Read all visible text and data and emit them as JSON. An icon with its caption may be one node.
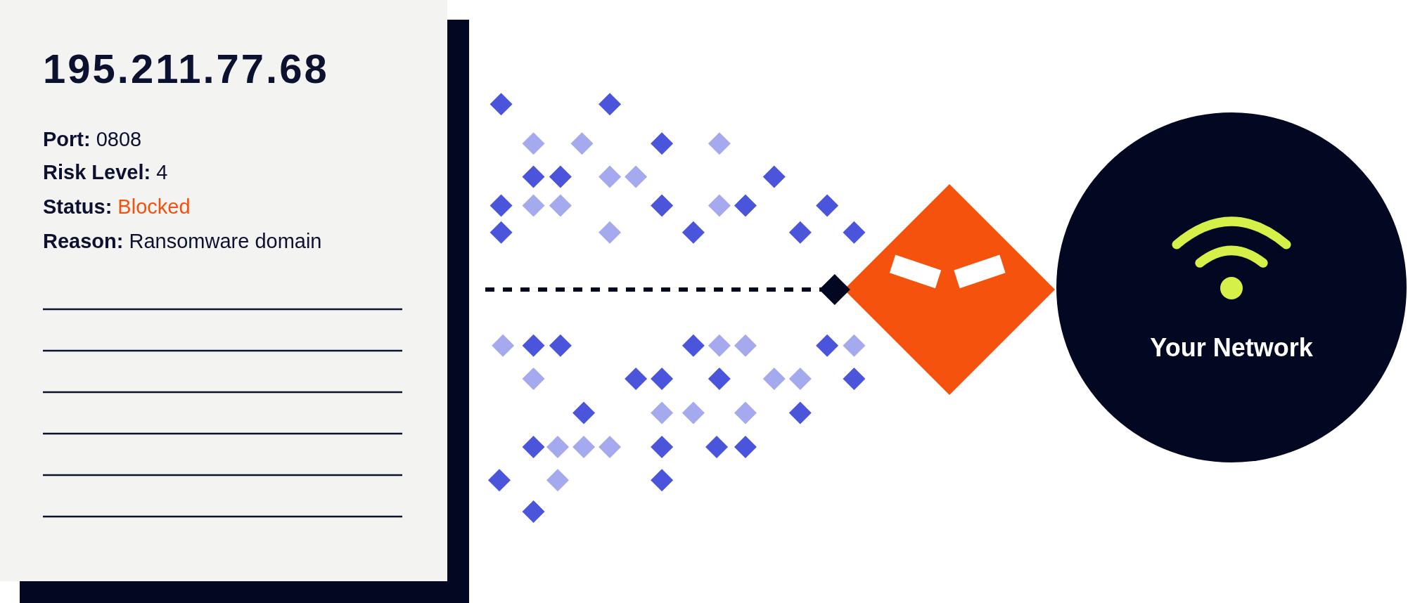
{
  "diagram": {
    "nodes": [
      {
        "text": [
          "195.211.77.68",
          "**Port:** 0808",
          "**Risk Level:** 4",
          "**Status:** Blocked",
          "**Reason:** Ransomware domain"
        ]
      },
      {
        "text": [],
        "shape": "diamond"
      },
      {
        "text": [
          "Your Network"
        ]
      }
    ],
    "edges": [
      {
        "from": 0,
        "to": 1,
        "arrow": "other",
        "style": "dashed"
      }
    ]
  }
}
